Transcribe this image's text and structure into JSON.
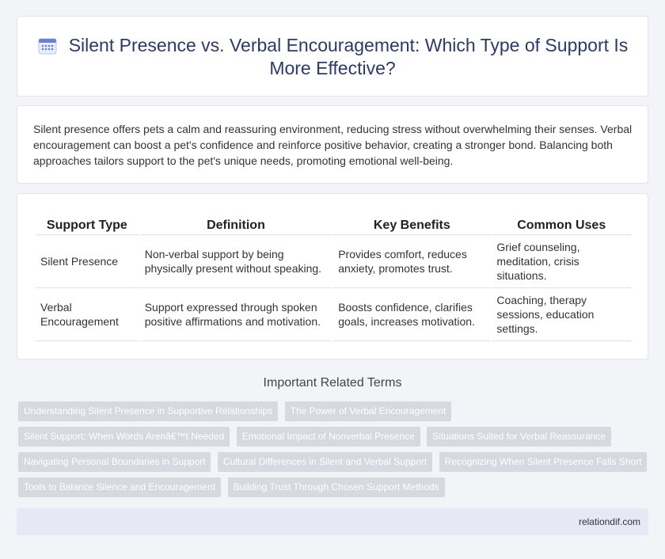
{
  "header": {
    "title": "Silent Presence vs. Verbal Encouragement: Which Type of Support Is More Effective?",
    "icon": "calendar-icon",
    "icon_color": "#6b7fd7"
  },
  "intro": {
    "text": "Silent presence offers pets a calm and reassuring environment, reducing stress without overwhelming their senses. Verbal encouragement can boost a pet's confidence and reinforce positive behavior, creating a stronger bond. Balancing both approaches tailors support to the pet's unique needs, promoting emotional well-being."
  },
  "table": {
    "headers": [
      "Support Type",
      "Definition",
      "Key Benefits",
      "Common Uses"
    ],
    "rows": [
      [
        "Silent Presence",
        "Non-verbal support by being physically present without speaking.",
        "Provides comfort, reduces anxiety, promotes trust.",
        "Grief counseling, meditation, crisis situations."
      ],
      [
        "Verbal Encouragement",
        "Support expressed through spoken positive affirmations and motivation.",
        "Boosts confidence, clarifies goals, increases motivation.",
        "Coaching, therapy sessions, education settings."
      ]
    ]
  },
  "related": {
    "title": "Important Related Terms",
    "rows": [
      [
        "Understanding Silent Presence in Supportive Relationships",
        "The Power of Verbal Encouragement"
      ],
      [
        "Silent Support: When Words Arenâ€™t Needed",
        "Emotional Impact of Nonverbal Presence",
        "Situations Suited for Verbal Reassurance"
      ],
      [
        "Navigating Personal Boundaries in Support",
        "Cultural Differences in Silent and Verbal Support",
        "Recognizing When Silent Presence Falls Short"
      ],
      [
        "Tools to Balance Silence and Encouragement",
        "Building Trust Through Chosen Support Methods"
      ]
    ]
  },
  "footer": {
    "text": "relationdif.com"
  }
}
